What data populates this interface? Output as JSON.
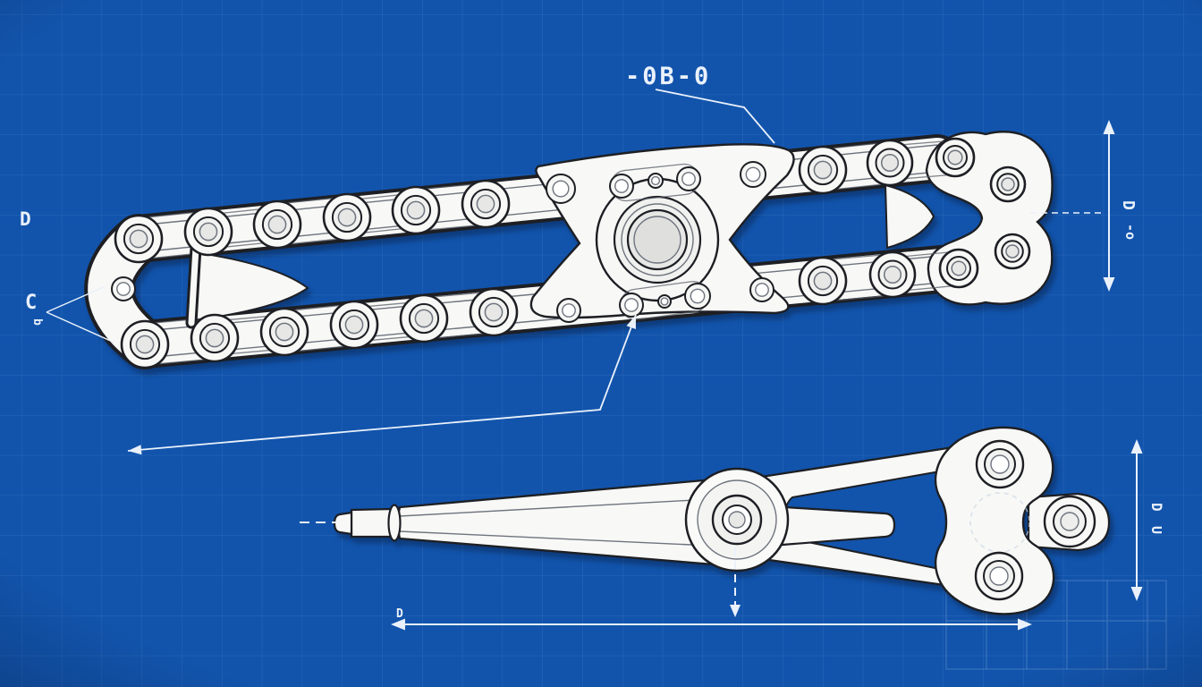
{
  "blueprint": {
    "labels": {
      "part_code": "-0B-0",
      "dim_left": "D",
      "leader_left": "C",
      "leader_left_sub": "b",
      "dim_right_primary": "D",
      "dim_right_secondary": "-o",
      "dim_lower_right_primary": "D",
      "dim_lower_right_secondary": "U",
      "dim_bottom": "D"
    },
    "colors": {
      "background": "#1254AC",
      "grid_line": "#5E92D3",
      "ink": "#1D1F24",
      "ink_soft": "#6E747E",
      "paper": "#F8F8F6",
      "annotation": "#EAF1FB"
    }
  }
}
